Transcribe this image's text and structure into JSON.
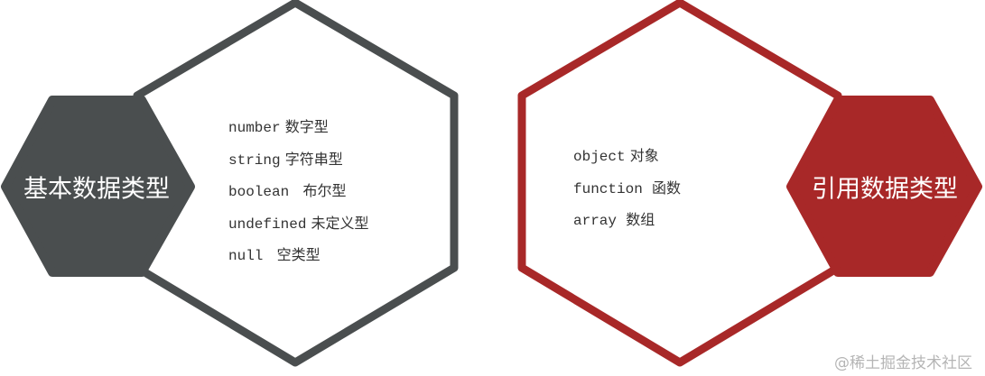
{
  "left": {
    "title": "基本数据类型",
    "color": "#4a4e4f",
    "items": [
      {
        "code": "number",
        "label": "数字型"
      },
      {
        "code": "string",
        "label": "字符串型"
      },
      {
        "code": "boolean",
        "label": "布尔型"
      },
      {
        "code": "undefined",
        "label": "未定义型"
      },
      {
        "code": "null",
        "label": "空类型"
      }
    ]
  },
  "right": {
    "title": "引用数据类型",
    "color": "#a82828",
    "items": [
      {
        "code": "object",
        "label": "对象"
      },
      {
        "code": "function",
        "label": "函数"
      },
      {
        "code": "array",
        "label": "数组"
      }
    ]
  },
  "watermark": "@稀土掘金技术社区"
}
